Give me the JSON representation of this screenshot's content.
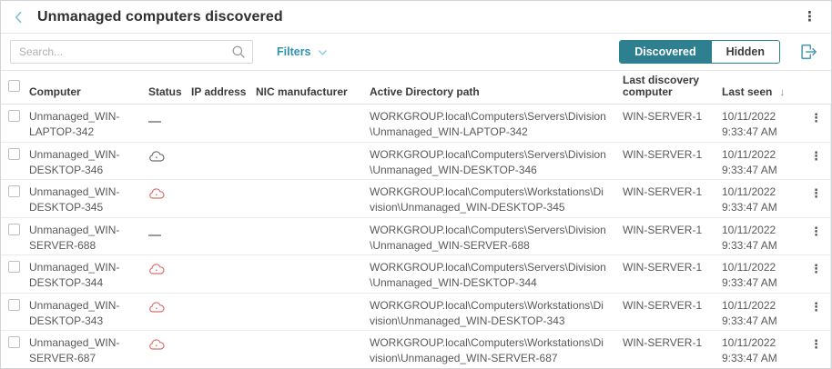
{
  "header": {
    "title": "Unmanaged computers discovered"
  },
  "toolbar": {
    "search_placeholder": "Search...",
    "filters_label": "Filters",
    "toggle": {
      "discovered_label": "Discovered",
      "hidden_label": "Hidden",
      "active": "Discovered"
    }
  },
  "icons": {
    "back": "chevron-left",
    "header_menu": "kebab-vertical",
    "search": "magnifier",
    "filters_chevron": "chevron-down",
    "export": "export-arrow-right",
    "sort": "arrow-down",
    "row_menu": "kebab-vertical",
    "status_cloud": "cloud",
    "status_none": "dash",
    "kebab_glyph": "⋮",
    "sort_glyph": "↓"
  },
  "colors": {
    "accent_teal": "#2e7f90",
    "filters_teal": "#2d93ac",
    "back_chevron_blue": "#7fc1d6",
    "export_icon_teal": "#4e9cb2",
    "status_red": "#d9706b",
    "status_gray": "#6e6e6e"
  },
  "table": {
    "columns": [
      "Computer",
      "Status",
      "IP address",
      "NIC manufacturer",
      "Active Directory path",
      "Last discovery computer",
      "Last seen"
    ],
    "sort": {
      "column": "Last seen",
      "direction": "desc"
    },
    "rows": [
      {
        "computer": "Unmanaged_WIN-LAPTOP-342",
        "status": "dash",
        "ip": "",
        "nic": "",
        "ad_path": "WORKGROUP.local\\Computers\\Servers\\Division\\Unmanaged_WIN-LAPTOP-342",
        "last_discovery": "WIN-SERVER-1",
        "last_seen_date": "10/11/2022",
        "last_seen_time": "9:33:47 AM"
      },
      {
        "computer": "Unmanaged_WIN-DESKTOP-346",
        "status": "cloud-gray",
        "ip": "",
        "nic": "",
        "ad_path": "WORKGROUP.local\\Computers\\Servers\\Division\\Unmanaged_WIN-DESKTOP-346",
        "last_discovery": "WIN-SERVER-1",
        "last_seen_date": "10/11/2022",
        "last_seen_time": "9:33:47 AM"
      },
      {
        "computer": "Unmanaged_WIN-DESKTOP-345",
        "status": "cloud-red",
        "ip": "",
        "nic": "",
        "ad_path": "WORKGROUP.local\\Computers\\Workstations\\Division\\Unmanaged_WIN-DESKTOP-345",
        "last_discovery": "WIN-SERVER-1",
        "last_seen_date": "10/11/2022",
        "last_seen_time": "9:33:47 AM"
      },
      {
        "computer": "Unmanaged_WIN-SERVER-688",
        "status": "dash",
        "ip": "",
        "nic": "",
        "ad_path": "WORKGROUP.local\\Computers\\Servers\\Division\\Unmanaged_WIN-SERVER-688",
        "last_discovery": "WIN-SERVER-1",
        "last_seen_date": "10/11/2022",
        "last_seen_time": "9:33:47 AM"
      },
      {
        "computer": "Unmanaged_WIN-DESKTOP-344",
        "status": "cloud-red",
        "ip": "",
        "nic": "",
        "ad_path": "WORKGROUP.local\\Computers\\Servers\\Division\\Unmanaged_WIN-DESKTOP-344",
        "last_discovery": "WIN-SERVER-1",
        "last_seen_date": "10/11/2022",
        "last_seen_time": "9:33:47 AM"
      },
      {
        "computer": "Unmanaged_WIN-DESKTOP-343",
        "status": "cloud-red",
        "ip": "",
        "nic": "",
        "ad_path": "WORKGROUP.local\\Computers\\Workstations\\Division\\Unmanaged_WIN-DESKTOP-343",
        "last_discovery": "WIN-SERVER-1",
        "last_seen_date": "10/11/2022",
        "last_seen_time": "9:33:47 AM"
      },
      {
        "computer": "Unmanaged_WIN-SERVER-687",
        "status": "cloud-red",
        "ip": "",
        "nic": "",
        "ad_path": "WORKGROUP.local\\Computers\\Workstations\\Division\\Unmanaged_WIN-SERVER-687",
        "last_discovery": "WIN-SERVER-1",
        "last_seen_date": "10/11/2022",
        "last_seen_time": "9:33:47 AM"
      }
    ]
  }
}
